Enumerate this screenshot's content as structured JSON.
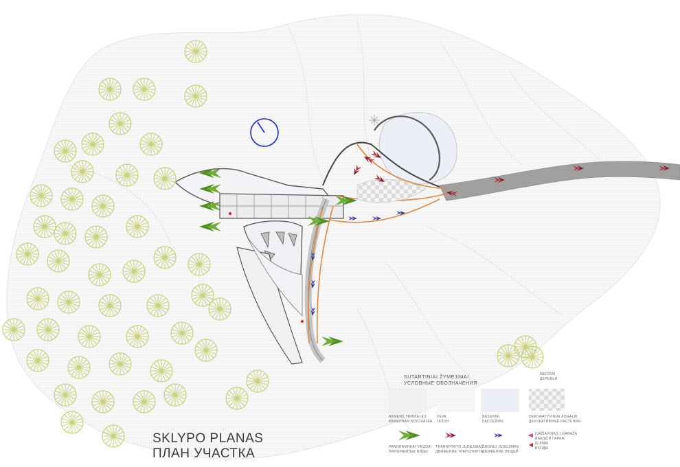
{
  "title": {
    "line1": "SKLYPO PLANAS",
    "line2": "ПЛАН УЧАСТКА"
  },
  "legend": {
    "heading1": "SUTARTINIAI ŽYMĖJIMAI",
    "heading2": "УСЛОВНЫЕ ОБОЗНАЧЕНИЯ",
    "forest_lt": "MEDŽIAI",
    "forest_ru": "ДЕРЕВЬЯ",
    "stone_lt": "AKMENS TRINKELĖS",
    "stone_ru": "КАМЕННАЯ БРУСЧАТКА",
    "lawn_lt": "VEJA",
    "lawn_ru": "ГАЗОН",
    "pool_lt": "BASEINAI",
    "pool_ru": "БАССЕЙНЫ",
    "plants_lt": "DEKORATYVINIAI AUGALAI",
    "plants_ru": "ДЕКОРАТИВНЫЕ РАСТЕНИЯ",
    "views_lt": "PANORAMINIAI VAIZDAI",
    "views_ru": "ПАНОРАМНЫЕ ВИДЫ",
    "transport_lt": "TRANSPORTO JUDĖJIMAS",
    "transport_ru": "ДВИЖЕНИЕ ТРАНСПОРТА",
    "people_lt": "ŽMONIŲ JUDĖJIMAS",
    "people_ru": "ДВИЖЕНИЕ ЛЮДЕЙ",
    "garage_lt": "ĮVAŽIAVIMAS Į GARAŽĄ",
    "garage_ru": "ВЪЕЗД В ГАРАЖ",
    "entrance_lt": "ĮĖJIMAI",
    "entrance_ru": "ВХОДЫ"
  },
  "colors": {
    "tree": "#c9d27a",
    "panorama_arrow": "#4f8f1f",
    "transport_arrow": "#8b1c2c",
    "people_arrow": "#2b2f8f",
    "path_orange": "#e0873a",
    "garage_marker": "#e0409f",
    "entrance_marker": "#d42020",
    "north_circle": "#1a22cc",
    "road": "#a0a0a0"
  }
}
